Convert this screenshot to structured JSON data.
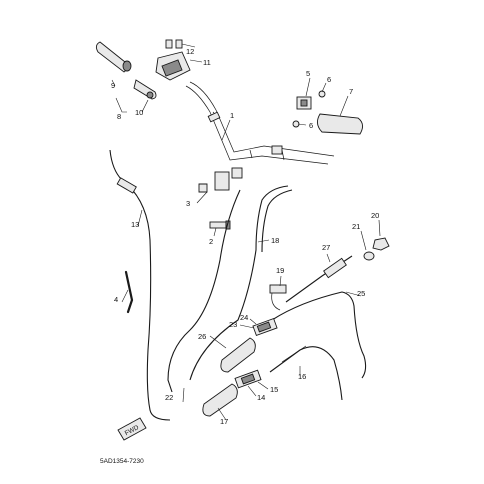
{
  "diagram_code": "5AD1354-7230",
  "fwd_mark": "FWD",
  "callouts": [
    "1",
    "2",
    "3",
    "4",
    "5",
    "6",
    "6",
    "7",
    "8",
    "9",
    "10",
    "11",
    "12",
    "13",
    "14",
    "15",
    "16",
    "17",
    "18",
    "19",
    "20",
    "21",
    "22",
    "23",
    "24",
    "25",
    "26",
    "27"
  ]
}
